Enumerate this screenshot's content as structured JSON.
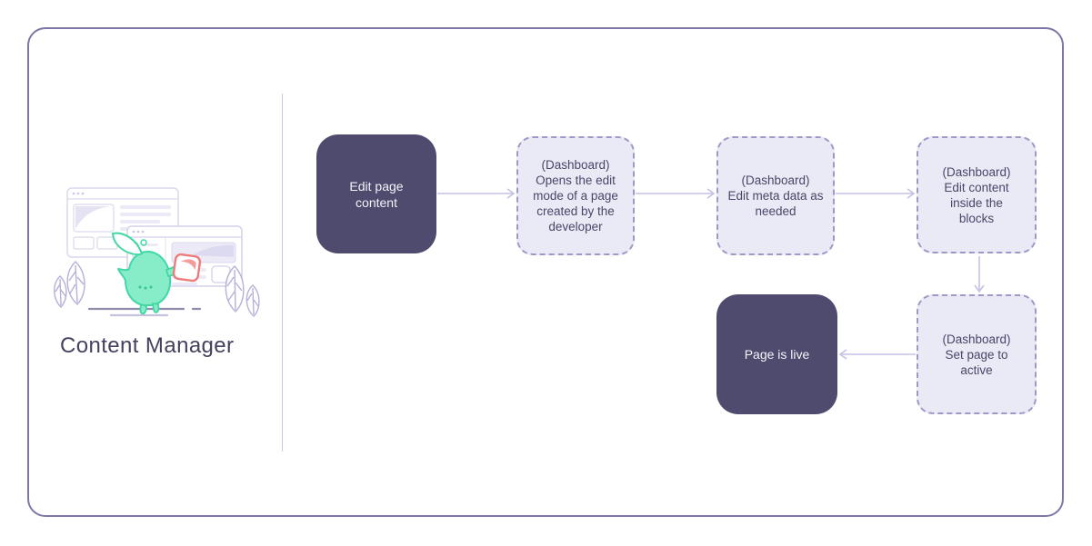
{
  "canvas": {
    "background": "#ffffff",
    "frame_border_color": "#7c77a6"
  },
  "left_panel": {
    "title": "Content Manager",
    "illustration": "mascot-with-browser-windows-and-plants"
  },
  "colors": {
    "solid_node_bg": "#4e4b6e",
    "solid_node_text": "#f4f3f8",
    "dashed_node_bg": "#eae9f6",
    "dashed_node_border": "#9d98c6",
    "dashed_node_text": "#494667",
    "arrow": "#c4c1e3",
    "divider": "#c9c6e2",
    "mascot_green": "#87edc8",
    "mascot_card_red": "#ef7b7b"
  },
  "flowchart": {
    "nodes": [
      {
        "id": "edit-page-content",
        "type": "solid",
        "prefix": "",
        "label": "Edit page content"
      },
      {
        "id": "open-edit-mode",
        "type": "dashed",
        "prefix": "(Dashboard)",
        "label": "Opens the edit mode of a page created by the developer"
      },
      {
        "id": "edit-meta-data",
        "type": "dashed",
        "prefix": "(Dashboard)",
        "label": "Edit meta data as needed"
      },
      {
        "id": "edit-content-blocks",
        "type": "dashed",
        "prefix": "(Dashboard)",
        "label": "Edit content inside the blocks"
      },
      {
        "id": "set-page-active",
        "type": "dashed",
        "prefix": "(Dashboard)",
        "label": "Set page to active"
      },
      {
        "id": "page-is-live",
        "type": "solid",
        "prefix": "",
        "label": "Page is live"
      }
    ],
    "edges": [
      {
        "from": "edit-page-content",
        "to": "open-edit-mode",
        "direction": "right"
      },
      {
        "from": "open-edit-mode",
        "to": "edit-meta-data",
        "direction": "right"
      },
      {
        "from": "edit-meta-data",
        "to": "edit-content-blocks",
        "direction": "right"
      },
      {
        "from": "edit-content-blocks",
        "to": "set-page-active",
        "direction": "down"
      },
      {
        "from": "set-page-active",
        "to": "page-is-live",
        "direction": "left"
      }
    ]
  }
}
